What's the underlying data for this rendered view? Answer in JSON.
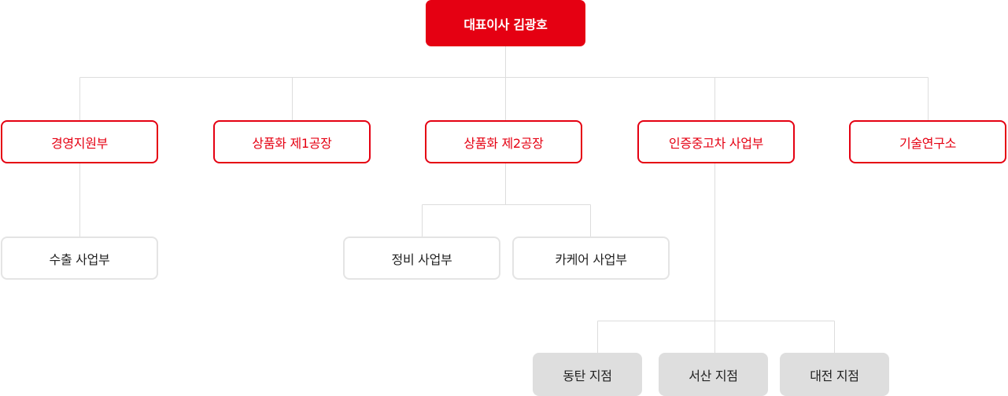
{
  "ceo": {
    "label": "대표이사 김광호"
  },
  "departments": [
    {
      "label": "경영지원부"
    },
    {
      "label": "상품화 제1공장"
    },
    {
      "label": "상품화 제2공장"
    },
    {
      "label": "인증중고차 사업부"
    },
    {
      "label": "기술연구소"
    }
  ],
  "sub_units": [
    {
      "label": "수출 사업부"
    },
    {
      "label": "정비 사업부"
    },
    {
      "label": "카케어 사업부"
    }
  ],
  "branches": [
    {
      "label": "동탄 지점"
    },
    {
      "label": "서산 지점"
    },
    {
      "label": "대전 지점"
    }
  ],
  "colors": {
    "accent": "#e50012",
    "connector": "#dddddd",
    "sub_border": "#e4e4e4",
    "branch_fill": "#dedede"
  }
}
